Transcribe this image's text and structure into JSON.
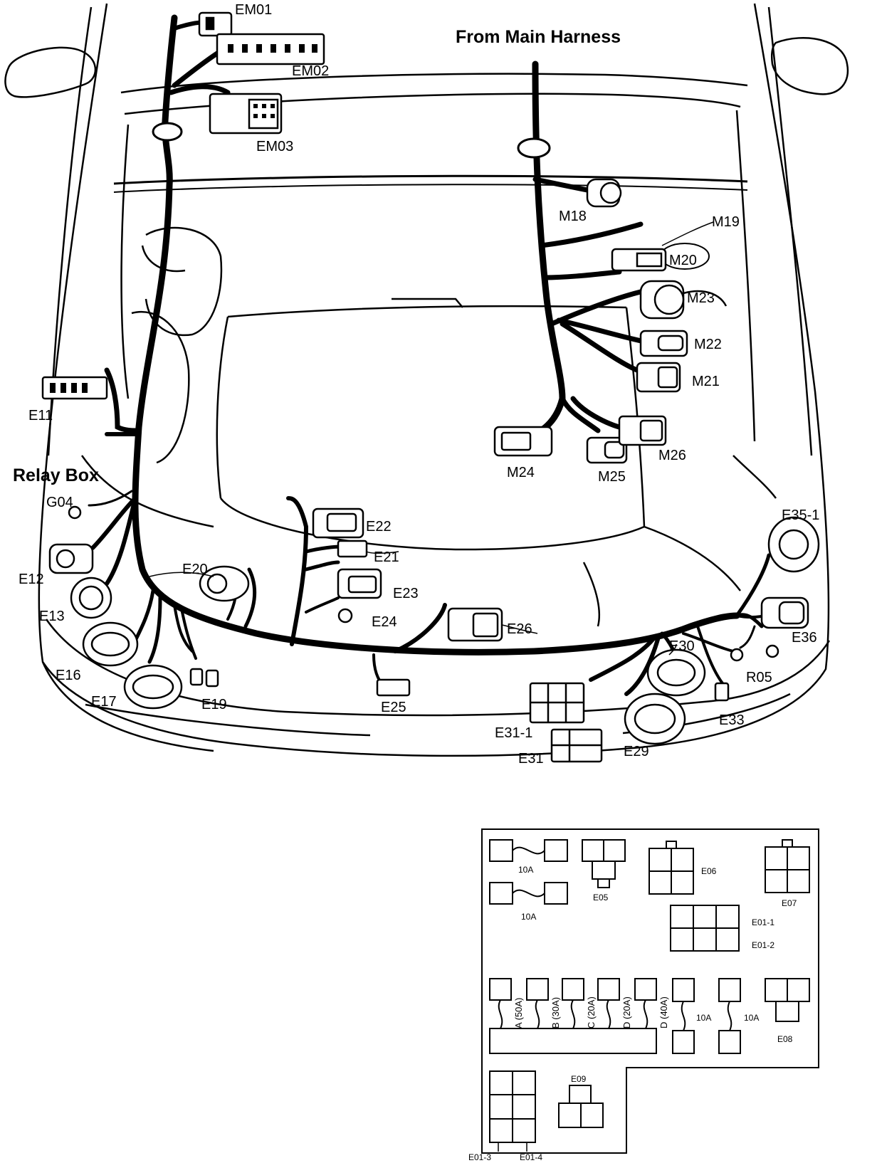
{
  "headings": {
    "main_harness": "From Main Harness",
    "relay_box": "Relay Box"
  },
  "connectors": {
    "em01": "EM01",
    "em02": "EM02",
    "em03": "EM03",
    "m18": "M18",
    "m19": "M19",
    "m20": "M20",
    "m21": "M21",
    "m22": "M22",
    "m23": "M23",
    "m24": "M24",
    "m25": "M25",
    "m26": "M26",
    "e11": "E11",
    "g04": "G04",
    "e12": "E12",
    "e13": "E13",
    "e16": "E16",
    "e17": "E17",
    "e19": "E19",
    "e20": "E20",
    "e21": "E21",
    "e22": "E22",
    "e23": "E23",
    "e24": "E24",
    "e25": "E25",
    "e26": "E26",
    "e29": "E29",
    "e30": "E30",
    "e31": "E31",
    "e31_1": "E31-1",
    "e33": "E33",
    "e35_1": "E35-1",
    "e36": "E36",
    "r05": "R05"
  },
  "relay_box": {
    "fuse_10a": "10A",
    "e05": "E05",
    "e06": "E06",
    "e07": "E07",
    "e08": "E08",
    "e09": "E09",
    "e01_1": "E01-1",
    "e01_2": "E01-2",
    "e01_3": "E01-3",
    "e01_4": "E01-4",
    "fuse_a": "A (50A)",
    "fuse_b": "B (30A)",
    "fuse_c": "C (20A)",
    "fuse_d1": "D (20A)",
    "fuse_d2": "D (40A)"
  }
}
